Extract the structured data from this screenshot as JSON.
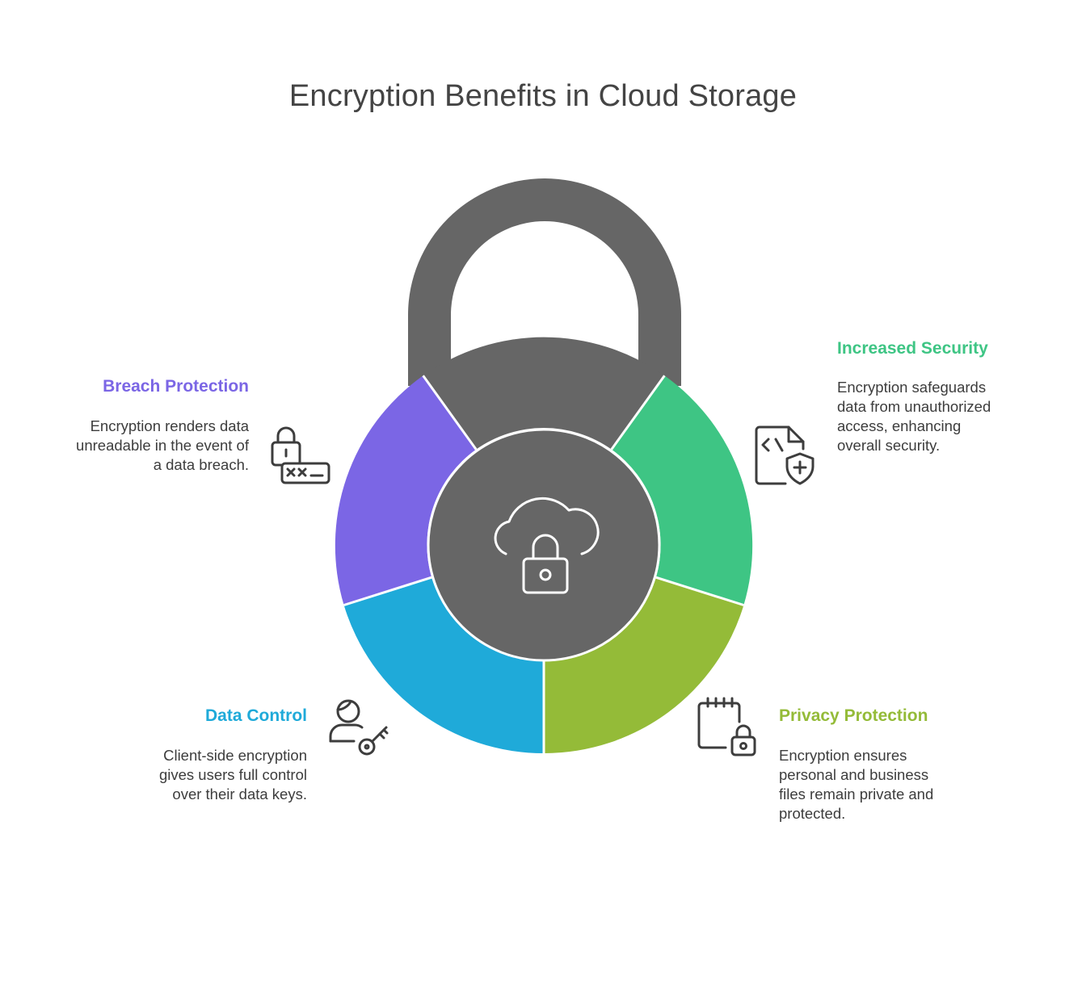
{
  "title": "Encryption Benefits in Cloud Storage",
  "colors": {
    "lock_body": "#666666",
    "breach": "#7B66E5",
    "security": "#3EC584",
    "data_control": "#1FAAD9",
    "privacy": "#94BB38",
    "icon_stroke": "#3d3d3d",
    "center_icon_stroke": "#ffffff"
  },
  "center": {
    "icon": "cloud-lock-icon"
  },
  "items": {
    "breach": {
      "title": "Breach Protection",
      "description": "Encryption renders data unreadable in the event of a data breach.",
      "icon": "lock-password-icon"
    },
    "security": {
      "title": "Increased Security",
      "description": "Encryption safeguards data from unauthorized access, enhancing overall security.",
      "icon": "code-file-shield-icon"
    },
    "data_control": {
      "title": "Data Control",
      "description": "Client-side encryption gives users full control over their data keys.",
      "icon": "user-key-icon"
    },
    "privacy": {
      "title": "Privacy Protection",
      "description": "Encryption ensures personal and business files remain private and protected.",
      "icon": "calendar-lock-icon"
    }
  }
}
